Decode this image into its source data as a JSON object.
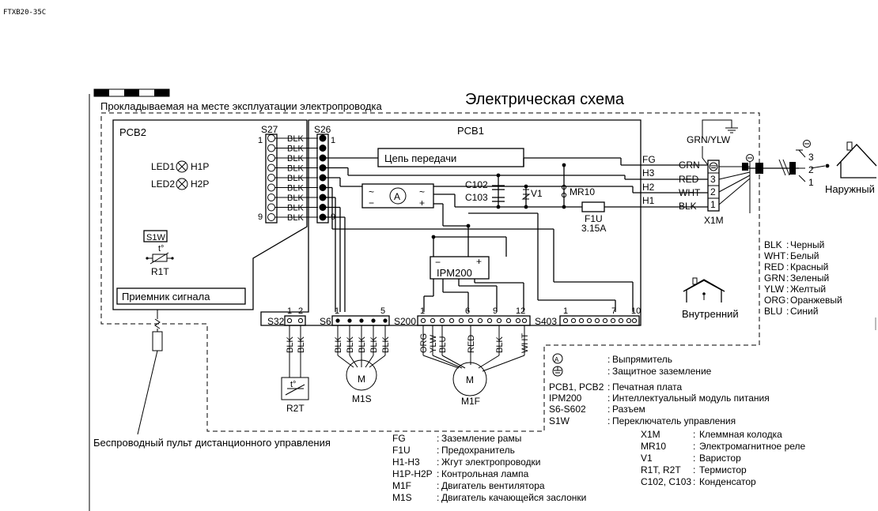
{
  "model": "FTXB20-35C",
  "title": "Электрическая схема",
  "field_wiring": "Прокладываемая на месте эксплуатации электропроводка",
  "pcb2": {
    "label": "PCB2",
    "connector": "S27",
    "pin_top": "1",
    "pin_bottom": "9",
    "led1": "LED1",
    "h1p": "H1P",
    "led2": "LED2",
    "h2p": "H2P",
    "s1w": "S1W",
    "thermistor_t": "t°",
    "r1t": "R1T",
    "signal_receiver": "Приемник сигнала"
  },
  "wire_colors": {
    "blk": "BLK",
    "wht": "WHT",
    "red": "RED",
    "grn": "GRN",
    "ylw": "YLW",
    "org": "ORG",
    "blu": "BLU",
    "grn_ylw": "GRN/YLW"
  },
  "pcb1": {
    "label": "PCB1",
    "connector": "S26",
    "pin_top": "1",
    "pin_bottom": "9",
    "transmission": "Цепь передачи",
    "c102": "C102",
    "c103": "C103",
    "v1": "V1",
    "mr10": "MR10",
    "f1u": "F1U",
    "fuse_rating": "3.15A",
    "fg": "FG",
    "h1": "H1",
    "h2": "H2",
    "h3": "H3",
    "ipm": "IPM200",
    "rect_ac_l": "~",
    "rect_ac_r": "~",
    "rect_minus": "−",
    "rect_plus": "+",
    "rect_a": "A",
    "ipm_minus": "−",
    "ipm_plus": "+"
  },
  "terminal": {
    "name": "X1M",
    "n1": "1",
    "n2": "2",
    "n3": "3"
  },
  "outdoor": {
    "label": "Наружный",
    "n1": "1",
    "n2": "2",
    "n3": "3"
  },
  "indoor_label": "Внутренний",
  "connectors_bottom": {
    "s32": "S32",
    "s32_p1": "1",
    "s32_p2": "2",
    "s6": "S6",
    "s6_p1": "1",
    "s6_p5": "5",
    "s200": "S200",
    "s200_p1": "1",
    "s200_p6": "6",
    "s200_p9": "9",
    "s200_p12": "12",
    "s403": "S403",
    "s403_p1": "1",
    "s403_p7": "7",
    "s403_p10": "10"
  },
  "r2t": "R2T",
  "m1s": "M1S",
  "m1f": "M1F",
  "motor_m": "M",
  "remote": "Беспроводный пульт дистанционного управления",
  "color_legend": [
    {
      "code": "BLK",
      "name": "Черный"
    },
    {
      "code": "WHT",
      "name": "Белый"
    },
    {
      "code": "RED",
      "name": "Красный"
    },
    {
      "code": "GRN",
      "name": "Зеленый"
    },
    {
      "code": "YLW",
      "name": "Желтый"
    },
    {
      "code": "ORG",
      "name": "Оранжевый"
    },
    {
      "code": "BLU",
      "name": "Синий"
    }
  ],
  "legend_right": [
    {
      "code": "(A)",
      "name": "Выпрямитель"
    },
    {
      "code": "(⏚)",
      "name": "Защитное заземление"
    },
    {
      "code": "PCB1, PCB2",
      "name": "Печатная плата"
    },
    {
      "code": "IPM200",
      "name": "Интеллектуальный модуль питания"
    },
    {
      "code": "S6-S602",
      "name": "Разъем"
    },
    {
      "code": "S1W",
      "name": "Переключатель управления"
    }
  ],
  "legend_right2": [
    {
      "code": "X1M",
      "name": "Клеммная колодка"
    },
    {
      "code": "MR10",
      "name": "Электромагнитное реле"
    },
    {
      "code": "V1",
      "name": "Варистор"
    },
    {
      "code": "R1T, R2T",
      "name": "Термистор"
    },
    {
      "code": "C102, C103",
      "name": "Конденсатор"
    }
  ],
  "legend_bottom": [
    {
      "code": "FG",
      "name": "Заземление рамы"
    },
    {
      "code": "F1U",
      "name": "Предохранитель"
    },
    {
      "code": "H1-H3",
      "name": "Жгут электропроводки"
    },
    {
      "code": "H1P-H2P",
      "name": "Контрольная лампа"
    },
    {
      "code": "M1F",
      "name": "Двигатель вентилятора"
    },
    {
      "code": "M1S",
      "name": "Двигатель качающейся заслонки"
    }
  ]
}
